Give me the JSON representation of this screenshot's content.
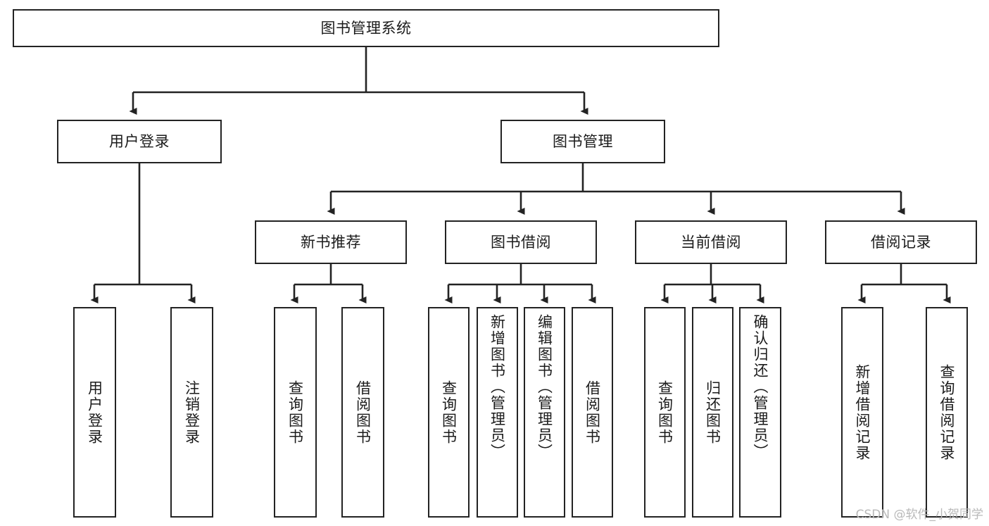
{
  "diagram": {
    "title": "图书管理系统",
    "watermark": "CSDN @软件_小贺同学",
    "colors": {
      "stroke": "#232323",
      "fill": "#ffffff",
      "text": "#1b1b1b",
      "watermark": "#b9b9b9"
    },
    "root": {
      "label": "图书管理系统"
    },
    "level2": [
      {
        "label": "用户登录"
      },
      {
        "label": "图书管理"
      }
    ],
    "level3": [
      {
        "label": "新书推荐"
      },
      {
        "label": "图书借阅"
      },
      {
        "label": "当前借阅"
      },
      {
        "label": "借阅记录"
      }
    ],
    "leaves": {
      "user_login": [
        {
          "label": "用户登录"
        },
        {
          "label": "注销登录"
        }
      ],
      "new_book_recommend": [
        {
          "label": "查询图书"
        },
        {
          "label": "借阅图书"
        }
      ],
      "book_borrow": [
        {
          "label": "查询图书"
        },
        {
          "label": "新增图书（管理员）"
        },
        {
          "label": "编辑图书（管理员）"
        },
        {
          "label": "借阅图书"
        }
      ],
      "current_borrow": [
        {
          "label": "查询图书"
        },
        {
          "label": "归还图书"
        },
        {
          "label": "确认归还（管理员）"
        }
      ],
      "borrow_record": [
        {
          "label": "新增借阅记录"
        },
        {
          "label": "查询借阅记录"
        }
      ]
    }
  }
}
